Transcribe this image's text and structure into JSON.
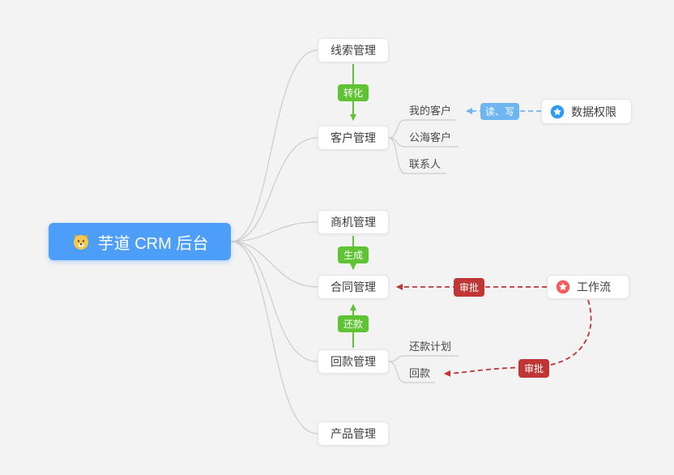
{
  "diagram": {
    "root": {
      "label": "芋道 CRM 后台",
      "icon": "dog-face-icon"
    },
    "nodes": {
      "leads": "线索管理",
      "customers": "客户管理",
      "opportunities": "商机管理",
      "contracts": "合同管理",
      "receivables": "回款管理",
      "products": "产品管理",
      "data_permission": "数据权限",
      "workflow": "工作流"
    },
    "sub_labels": {
      "my_customers": "我的客户",
      "public_customers": "公海客户",
      "contacts": "联系人",
      "repayment_plan": "还款计划",
      "receipt": "回款"
    },
    "badges": {
      "convert": "转化",
      "generate": "生成",
      "repay": "还款",
      "read_write": "读、写",
      "approve_contract": "审批",
      "approve_receipt": "审批"
    },
    "icons": {
      "data_permission": "star-circle-blue-icon",
      "workflow": "star-circle-red-icon"
    }
  },
  "colors": {
    "bg": "#f3f3f3",
    "root-blue": "#4d9ef8",
    "green": "#5fc434",
    "red": "#c03636",
    "light-blue": "#6fb5f2",
    "node-border": "#e5e5e5",
    "line-gray": "#cccccc",
    "icon-blue": "#2f9bf4",
    "icon-red": "#f25e5e"
  }
}
